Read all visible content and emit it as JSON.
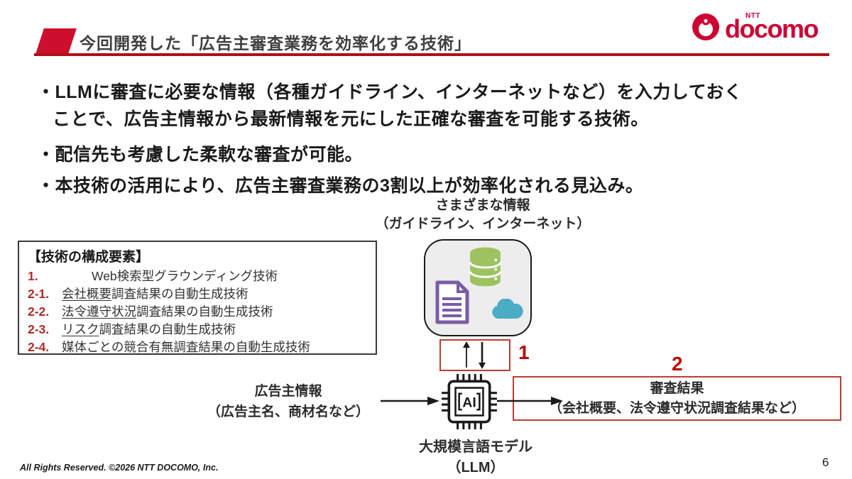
{
  "colors": {
    "brand_red": "#CC0033",
    "accent_red": "#C00000",
    "box_border_red": "#BE3B32",
    "header_line_red": "#AB1216",
    "title_gray": "#3F3F3F",
    "db_green": "#9CC360",
    "doc_purple": "#7B5BA5",
    "cloud_blue": "#4BACC6"
  },
  "header": {
    "title": "今回開発した「広告主審査業務を効率化する技術」",
    "logo_ntt": "NTT",
    "logo_docomo": "docomo"
  },
  "bullets": {
    "b1_line1": "・LLMに審査に必要な情報（各種ガイドライン、インターネットなど）を入力しておく",
    "b1_line2": "ことで、広告主情報から最新情報を元にした正確な審査を可能する技術。",
    "b2": "・配信先も考慮した柔軟な審査が可能。",
    "b3": "・本技術の活用により、広告主審査業務の3割以上が効率化される見込み。"
  },
  "tech_box": {
    "title": "【技術の構成要素】",
    "items": [
      {
        "num": "1.",
        "underlined": "",
        "rest": "Web検索型グラウンディング技術"
      },
      {
        "num": "2-1.",
        "underlined": "会社概要",
        "rest": "調査結果の自動生成技術"
      },
      {
        "num": "2-2.",
        "underlined": "法令遵守状況",
        "rest": "調査結果の自動生成技術"
      },
      {
        "num": "2-3.",
        "underlined": "リスク",
        "rest": "調査結果の自動生成技術"
      },
      {
        "num": "2-4.",
        "underlined": "媒体ごとの競合有無",
        "rest": "調査結果の自動生成技術"
      }
    ]
  },
  "diagram": {
    "info_label_line1": "さまざまな情報",
    "info_label_line2": "（ガイドライン、インターネット）",
    "marker_1": "1",
    "marker_2": "2",
    "advertiser_line1": "広告主情報",
    "advertiser_line2": "（広告主名、商材名など）",
    "result_line1": "審査結果",
    "result_line2": "（会社概要、法令遵守状況調査結果など）",
    "llm_line1": "大規模言語モデル",
    "llm_line2": "（LLM）",
    "chip_text": "AI"
  },
  "footer": {
    "copyright": "All Rights Reserved. ©2026 NTT DOCOMO, Inc.",
    "page_number": "6"
  }
}
